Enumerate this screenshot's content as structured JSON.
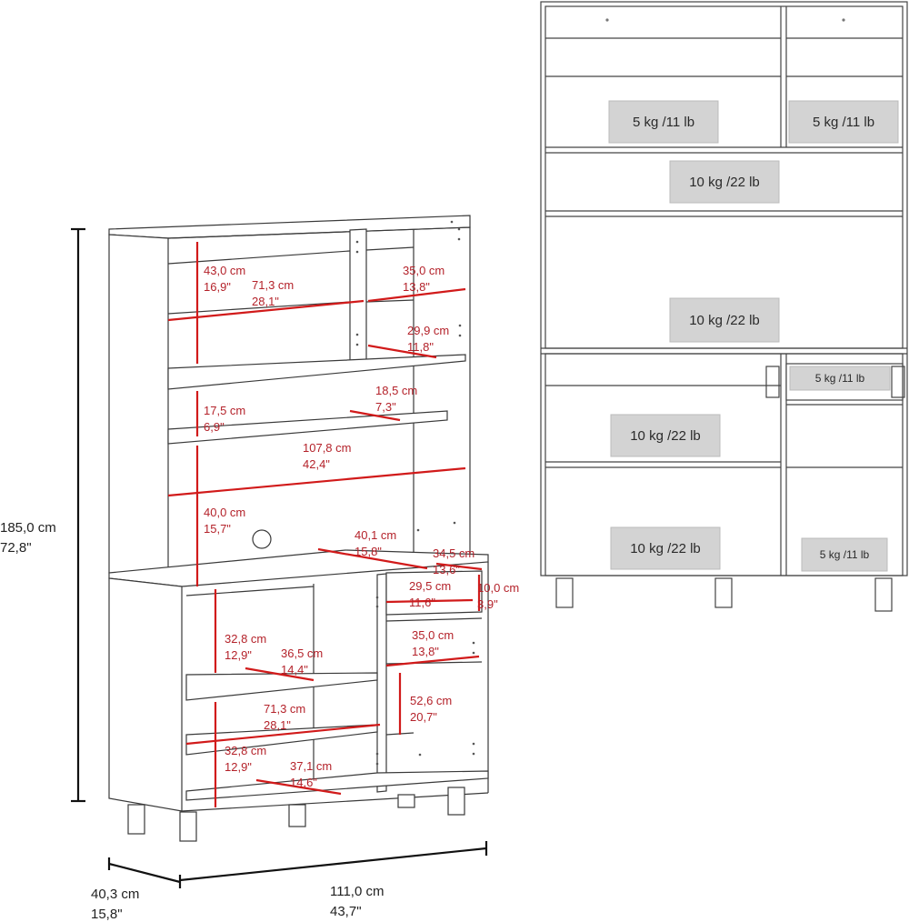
{
  "overall": {
    "height_cm": "185,0 cm",
    "height_in": "72,8\"",
    "depth_cm": "40,3 cm",
    "depth_in": "15,8\"",
    "width_cm": "111,0 cm",
    "width_in": "43,7\""
  },
  "dimensions": [
    {
      "cm": "43,0 cm",
      "in": "16,9\""
    },
    {
      "cm": "71,3 cm",
      "in": "28,1\""
    },
    {
      "cm": "35,0 cm",
      "in": "13,8\""
    },
    {
      "cm": "29,9 cm",
      "in": "11,8\""
    },
    {
      "cm": "17,5 cm",
      "in": "6,9\""
    },
    {
      "cm": "18,5 cm",
      "in": "7,3\""
    },
    {
      "cm": "107,8 cm",
      "in": "42,4\""
    },
    {
      "cm": "40,0 cm",
      "in": "15,7\""
    },
    {
      "cm": "40,1 cm",
      "in": "15,8\""
    },
    {
      "cm": "34,5 cm",
      "in": "13,6\""
    },
    {
      "cm": "29,5 cm",
      "in": "11,6\""
    },
    {
      "cm": "10,0 cm",
      "in": "3,9\""
    },
    {
      "cm": "32,8 cm",
      "in": "12,9\""
    },
    {
      "cm": "36,5 cm",
      "in": "14,4\""
    },
    {
      "cm": "35,0 cm",
      "in": "13,8\""
    },
    {
      "cm": "52,6 cm",
      "in": "20,7\""
    },
    {
      "cm": "71,3 cm",
      "in": "28,1\""
    },
    {
      "cm": "32,8 cm",
      "in": "12,9\""
    },
    {
      "cm": "37,1 cm",
      "in": "14,6\""
    }
  ],
  "weights": [
    "5 kg /11 lb",
    "5 kg /11 lb",
    "10 kg /22 lb",
    "10 kg /22 lb",
    "5 kg /11 lb",
    "10 kg /22 lb",
    "10 kg /22 lb",
    "5 kg /11 lb"
  ],
  "colors": {
    "dimension_line": "#d11a1a",
    "dimension_text": "#b4222a",
    "outline": "#333333",
    "weight_box": "#d3d3d3"
  }
}
